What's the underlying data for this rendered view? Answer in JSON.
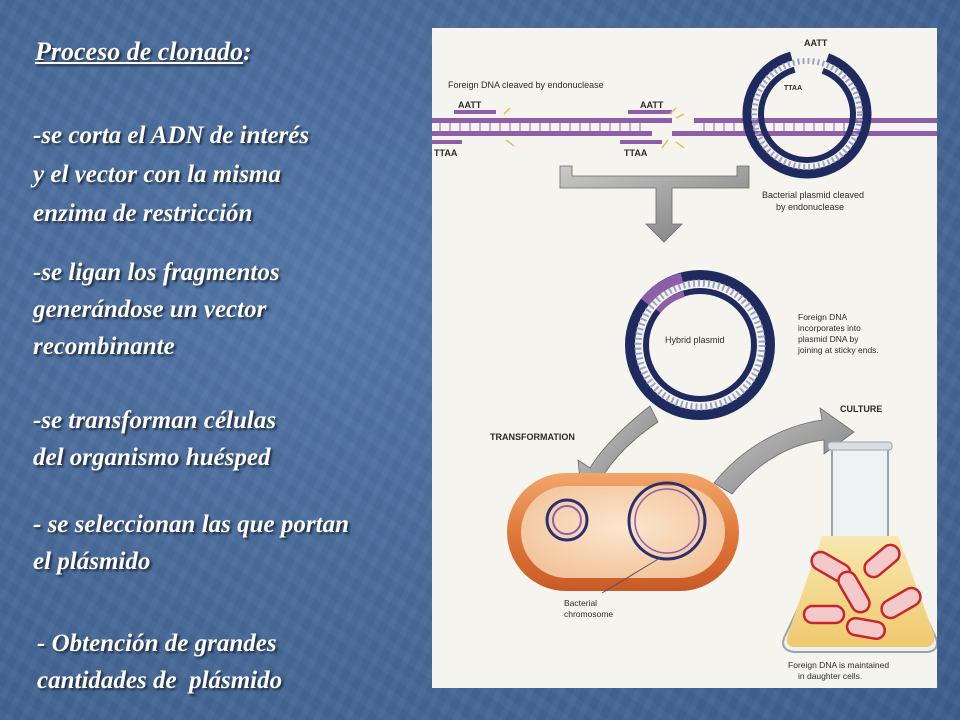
{
  "slide": {
    "title": "Proceso de clonado",
    "title_suffix": ":",
    "bullets": [
      {
        "lines": [
          "-se corta el ADN de interés",
          "y el vector con la misma",
          "enzima de restricción"
        ]
      },
      {
        "lines": [
          "-se ligan los fragmentos",
          "generándose un vector",
          "recombinante"
        ]
      },
      {
        "lines": [
          "-se transforman células",
          "del organismo huésped"
        ]
      },
      {
        "lines": [
          "- se seleccionan las que portan",
          "el plásmido"
        ]
      },
      {
        "lines": [
          "- Obtención de grandes",
          "cantidades de  plásmido"
        ]
      }
    ]
  },
  "figure": {
    "foreign_dna_label": "Foreign DNA cleaved by endonuclease",
    "seq_top": "AATT",
    "seq_bottom": "TTAA",
    "plasmid_seq_outer": "AATT",
    "plasmid_seq_inner": "TTAA",
    "plasmid_label_line1": "Bacterial plasmid cleaved",
    "plasmid_label_line2": "by endonuclease",
    "hybrid_label": "Hybrid plasmid",
    "foreign_incorp_lines": [
      "Foreign DNA",
      "incorporates into",
      "plasmid DNA by",
      "joining at sticky ends."
    ],
    "culture_label": "CULTURE",
    "transformation_label": "TRANSFORMATION",
    "chromosome_line1": "Bacterial",
    "chromosome_line2": "chromosome",
    "maintained_line1": "Foreign DNA is maintained",
    "maintained_line2": "in daughter cells."
  },
  "colors": {
    "background": "#4a6c9c",
    "text": "#ffffff",
    "plasmid_dark": "#1f2a5e",
    "foreign_dna": "#8e5fa8",
    "cell_orange": "#e07a3c",
    "arrow_gray": "#8a8a8a"
  }
}
